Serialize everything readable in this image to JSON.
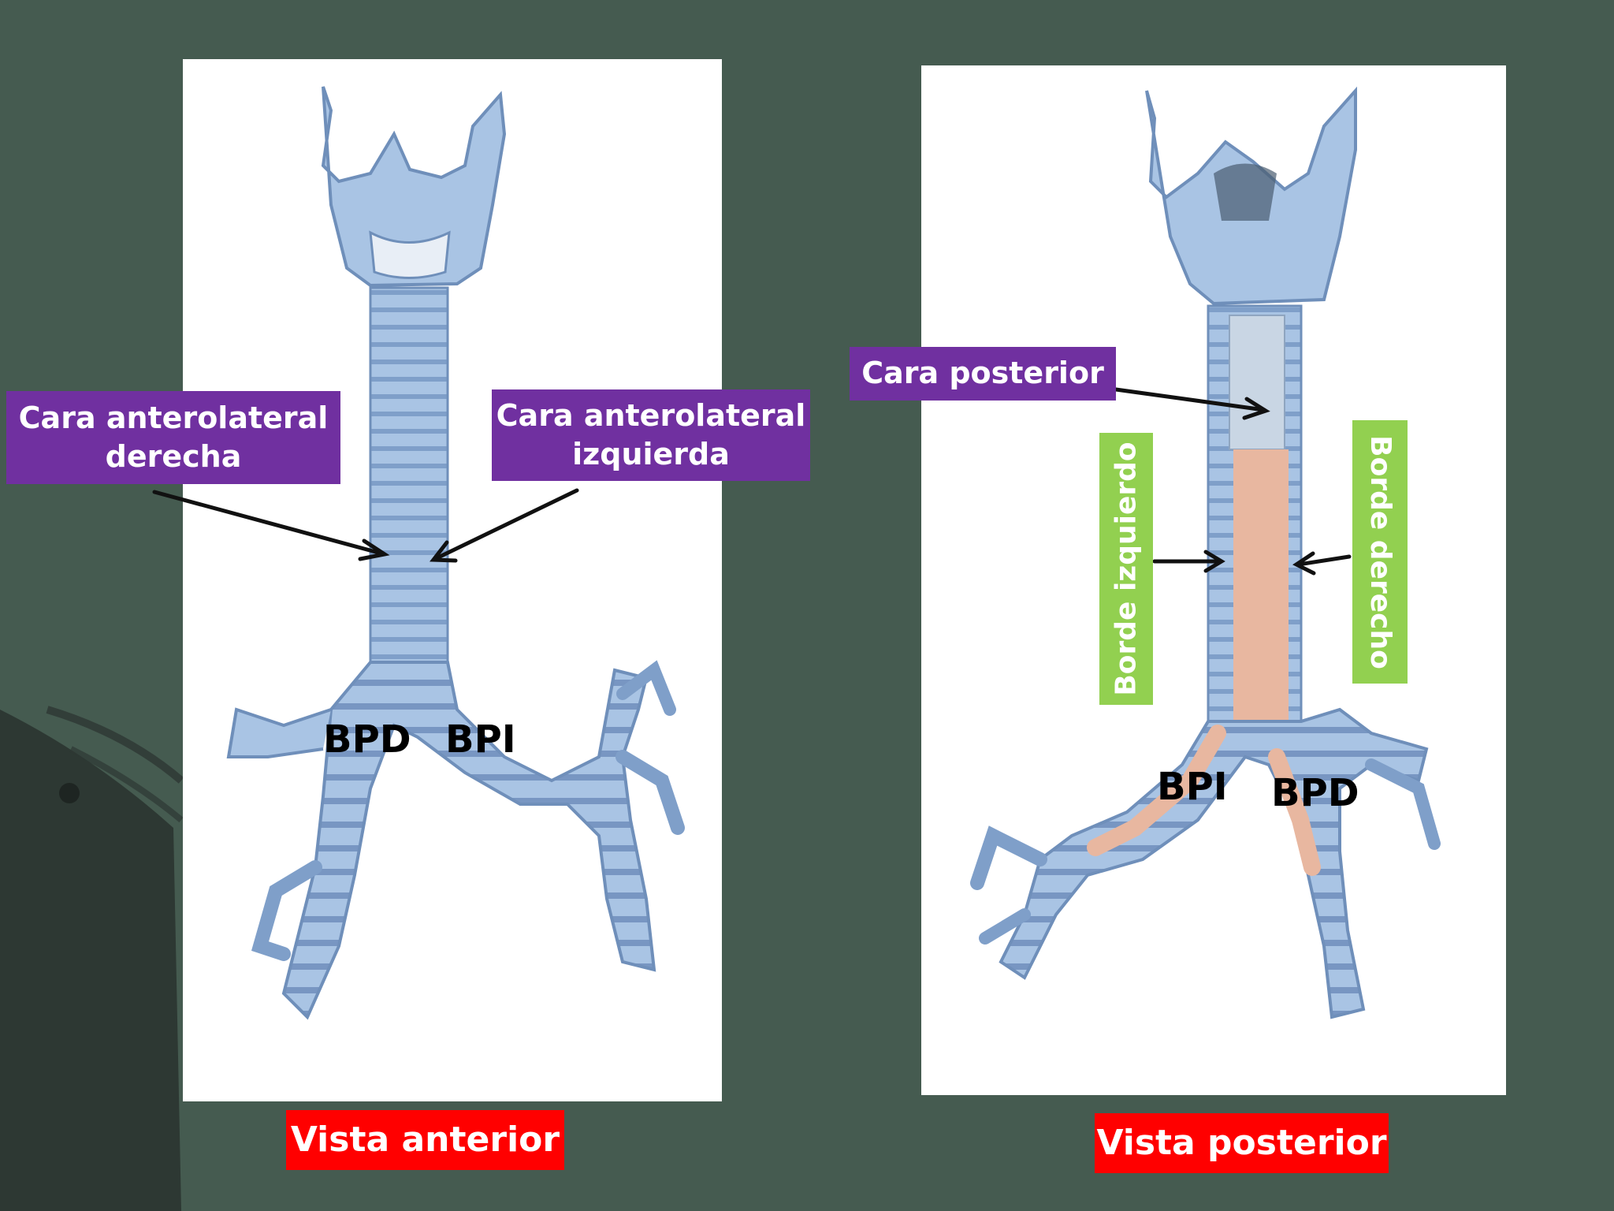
{
  "labels": {
    "cara_antero_derecha_line1": "Cara anterolateral",
    "cara_antero_derecha_line2": "derecha",
    "cara_antero_izquierda_line1": "Cara anterolateral",
    "cara_antero_izquierda_line2": "izquierda",
    "cara_posterior": "Cara posterior",
    "borde_izquierdo": "Borde izquierdo",
    "borde_derecho": "Borde derecho",
    "bpd_anterior": "BPD",
    "bpi_anterior": "BPI",
    "bpi_posterior": "BPI",
    "bpd_posterior": "BPD",
    "vista_anterior": "Vista anterior",
    "vista_posterior": "Vista posterior"
  },
  "colors": {
    "background": "#455b50",
    "label_purple": "#7030a0",
    "label_red": "#ff0000",
    "label_green": "#92d050",
    "cartilage_blue": "#9fbde0",
    "posterior_membrane": "#e8b7a0"
  }
}
